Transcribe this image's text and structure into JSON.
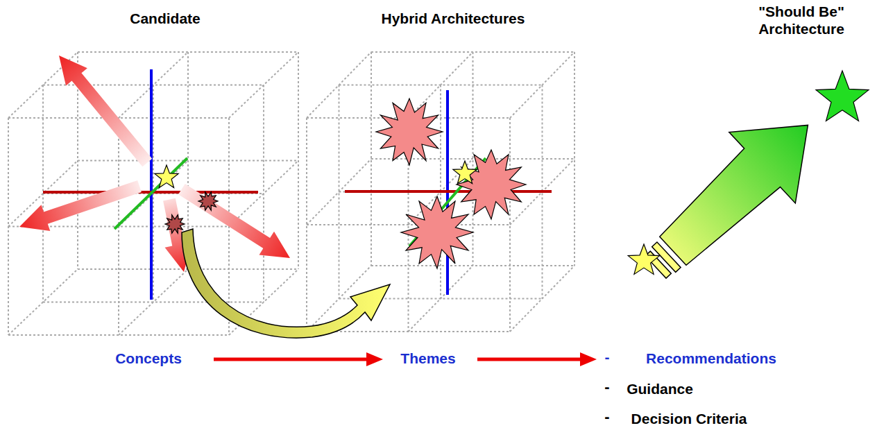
{
  "diagram": {
    "labels": [
      "Candidate",
      "Hybrid Architectures",
      "\"Should Be\" Architecture",
      "Concepts",
      "Themes",
      "-",
      "Recommendations",
      "-",
      "Guidance",
      "-",
      "Decision Criteria"
    ]
  }
}
